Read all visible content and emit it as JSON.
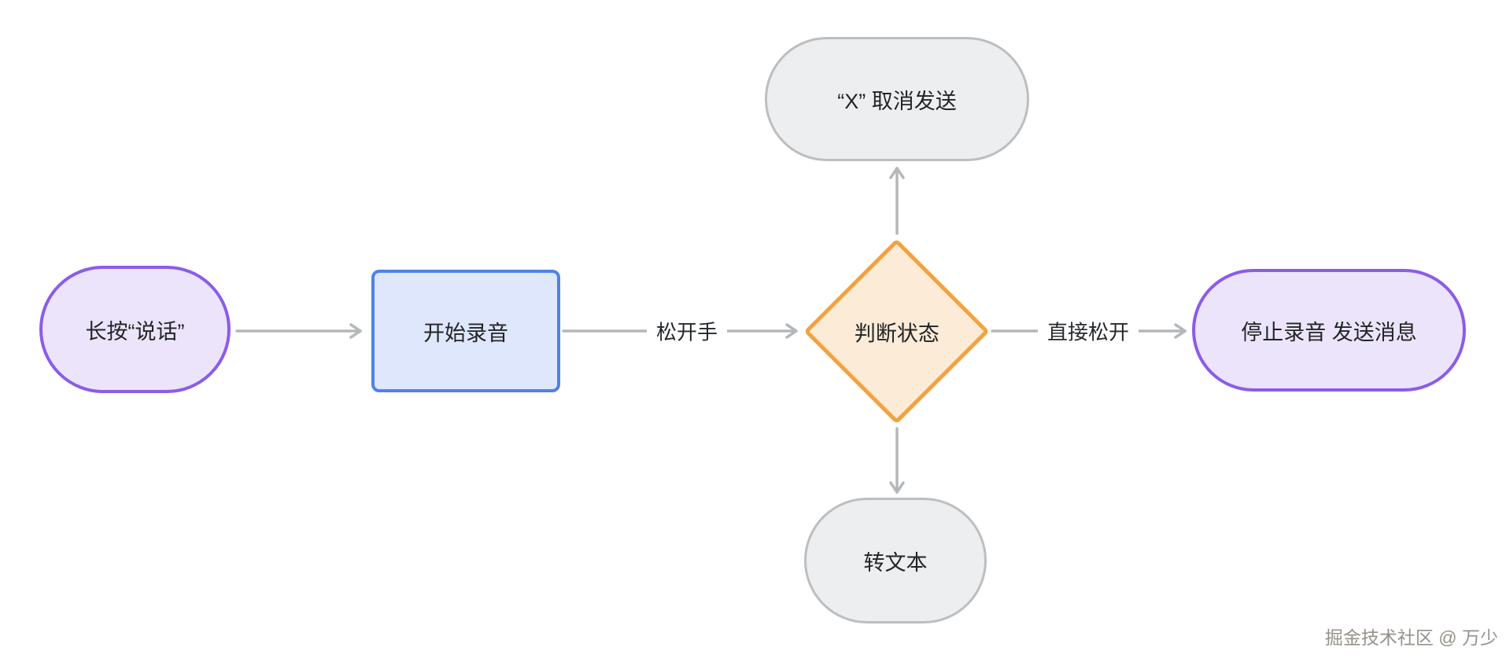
{
  "diagram": {
    "title": "voice-message-flowchart",
    "background_color": "#ffffff",
    "nodes": {
      "start": {
        "label": "长按“说话”",
        "shape": "stadium",
        "fill": "#ebe4fa",
        "border": "#8b5ce8"
      },
      "record": {
        "label": "开始录音",
        "shape": "rect",
        "fill": "#dee7fb",
        "border": "#4d82ef"
      },
      "decision": {
        "label": "判断状态",
        "shape": "diamond",
        "fill": "#fbebd7",
        "border": "#f2a23f"
      },
      "cancel": {
        "label": "“X” 取消发送",
        "shape": "stadium",
        "fill": "#edeef0",
        "border": "#bcbec0"
      },
      "totext": {
        "label": "转文本",
        "shape": "stadium",
        "fill": "#edeef0",
        "border": "#bcbec0"
      },
      "stop": {
        "label": "停止录音 发送消息",
        "shape": "stadium",
        "fill": "#ebe4fa",
        "border": "#8b5ce8"
      }
    },
    "edges": [
      {
        "from": "start",
        "to": "record",
        "label": ""
      },
      {
        "from": "record",
        "to": "decision",
        "label": "松开手"
      },
      {
        "from": "decision",
        "to": "cancel",
        "label": ""
      },
      {
        "from": "decision",
        "to": "stop",
        "label": "直接松开"
      },
      {
        "from": "decision",
        "to": "totext",
        "label": ""
      }
    ],
    "edge_labels": {
      "release": "松开手",
      "direct_release": "直接松开"
    },
    "arrow_color": "#b5b8ba",
    "text_color": "#26292c",
    "watermark": "掘金技术社区 @ 万少"
  }
}
